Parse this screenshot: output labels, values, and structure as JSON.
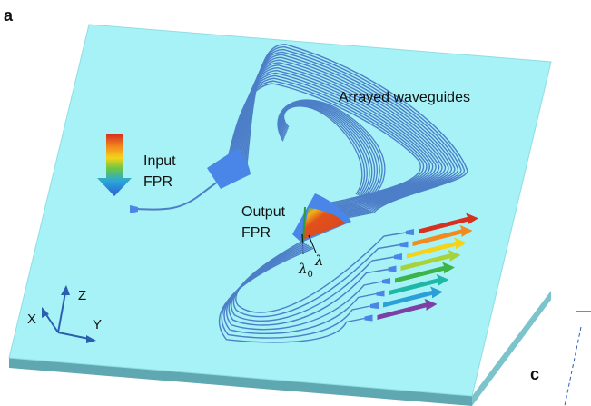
{
  "panel_label_a": "a",
  "panel_label_c": "c",
  "labels": {
    "arrayed_waveguides": "Arrayed waveguides",
    "input_line1": "Input",
    "input_line2": "FPR",
    "output_line1": "Output",
    "output_line2": "FPR",
    "lambda": "λ",
    "lambda0_base": "λ",
    "lambda0_sub": "0"
  },
  "axes": {
    "z": "Z",
    "x": "X",
    "y": "Y"
  },
  "colors": {
    "substrate": "#a6f2f6",
    "substrate_edge": "#8fdde3",
    "substrate_side": "#5fa8b2",
    "waveguide": "#4d7ec8",
    "fpr": "#4a86e8",
    "output_wedge": "#e1521c",
    "axis_blue": "#2a5fb0"
  },
  "output_spectrum_colors": [
    "#d7301f",
    "#f28a1e",
    "#f5d31a",
    "#a6d23a",
    "#3cb44a",
    "#1fb7a6",
    "#2a9fd8",
    "#7b3fa6"
  ]
}
